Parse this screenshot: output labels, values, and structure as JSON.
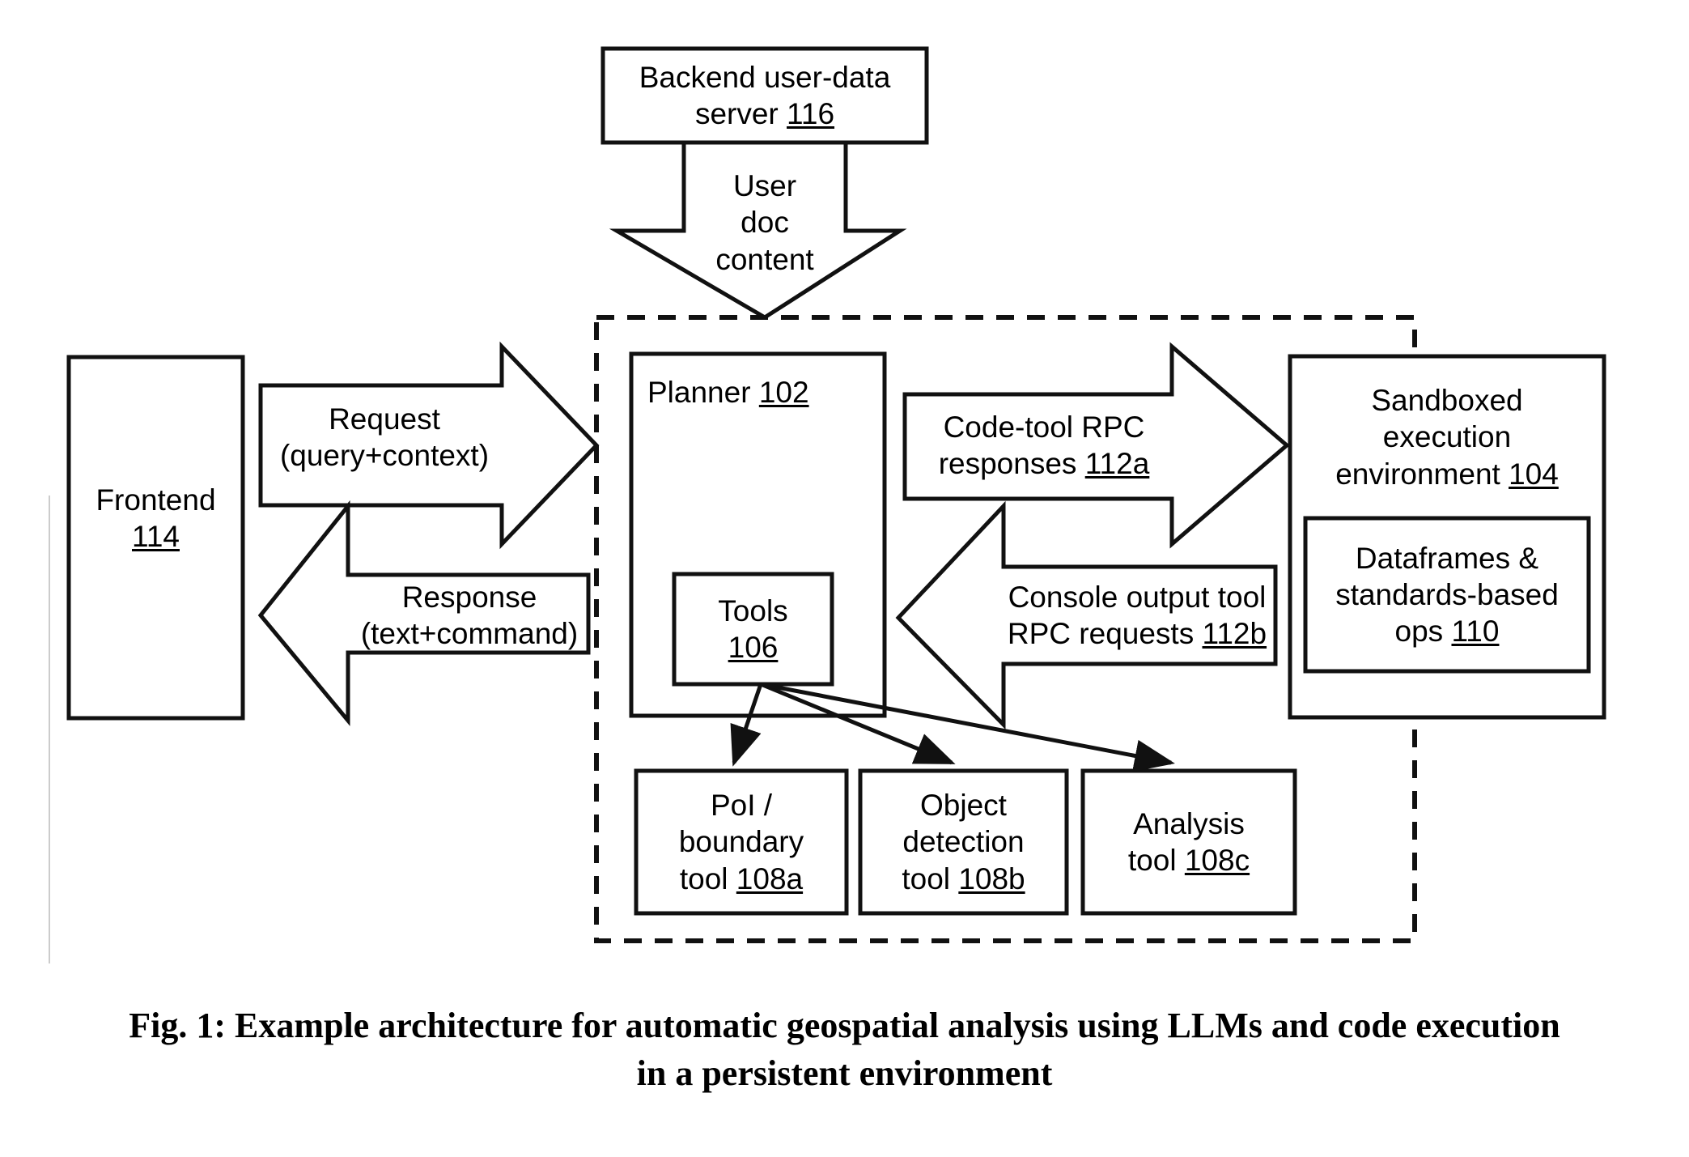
{
  "figure": {
    "caption_line1": "Fig. 1: Example architecture for automatic geospatial analysis using LLMs and code",
    "caption_line2": "execution in a persistent environment",
    "caption_full": "Fig. 1: Example architecture for automatic geospatial analysis using LLMs and code execution in a persistent environment"
  },
  "colors": {
    "stroke": "#1a1a1a",
    "fill": "#ffffff",
    "dashed_border": "#1a1a1a",
    "text": "#000000"
  },
  "nodes": {
    "backend_server": {
      "line1": "Backend user-data",
      "line2": "server ",
      "ref": "116"
    },
    "frontend": {
      "line1": "Frontend",
      "ref": "114"
    },
    "planner": {
      "line1": "Planner ",
      "ref": "102"
    },
    "tools": {
      "line1": "Tools",
      "ref": "106"
    },
    "sandbox": {
      "line1": "Sandboxed",
      "line2": "execution",
      "line3": "environment ",
      "ref": "104"
    },
    "dataframes": {
      "line1": "Dataframes &",
      "line2": "standards-based",
      "line3": "ops ",
      "ref": "110"
    },
    "poi_tool": {
      "line1": "PoI /",
      "line2": "boundary",
      "line3": "tool ",
      "ref": "108a"
    },
    "object_tool": {
      "line1": "Object",
      "line2": "detection",
      "line3": "tool ",
      "ref": "108b"
    },
    "analysis_tool": {
      "line1": "Analysis",
      "line2": "tool ",
      "ref": "108c"
    }
  },
  "arrows": {
    "user_doc": {
      "line1": "User",
      "line2": "doc",
      "line3": "content",
      "direction": "down"
    },
    "request": {
      "line1": "Request",
      "line2": "(query+context)",
      "direction": "right"
    },
    "response": {
      "line1": "Response",
      "line2": "(text+command)",
      "direction": "left"
    },
    "code_tool_rpc": {
      "line1": "Code-tool RPC",
      "line2": "responses ",
      "ref": "112a",
      "direction": "right"
    },
    "console_output": {
      "line1": "Console output tool",
      "line2": "RPC requests ",
      "ref": "112b",
      "direction": "left"
    }
  },
  "container": {
    "name": "persistent-environment-boundary",
    "style": "dashed"
  },
  "connectors": [
    {
      "from": "tools",
      "to": "poi_tool"
    },
    {
      "from": "tools",
      "to": "object_tool"
    },
    {
      "from": "tools",
      "to": "analysis_tool"
    }
  ]
}
